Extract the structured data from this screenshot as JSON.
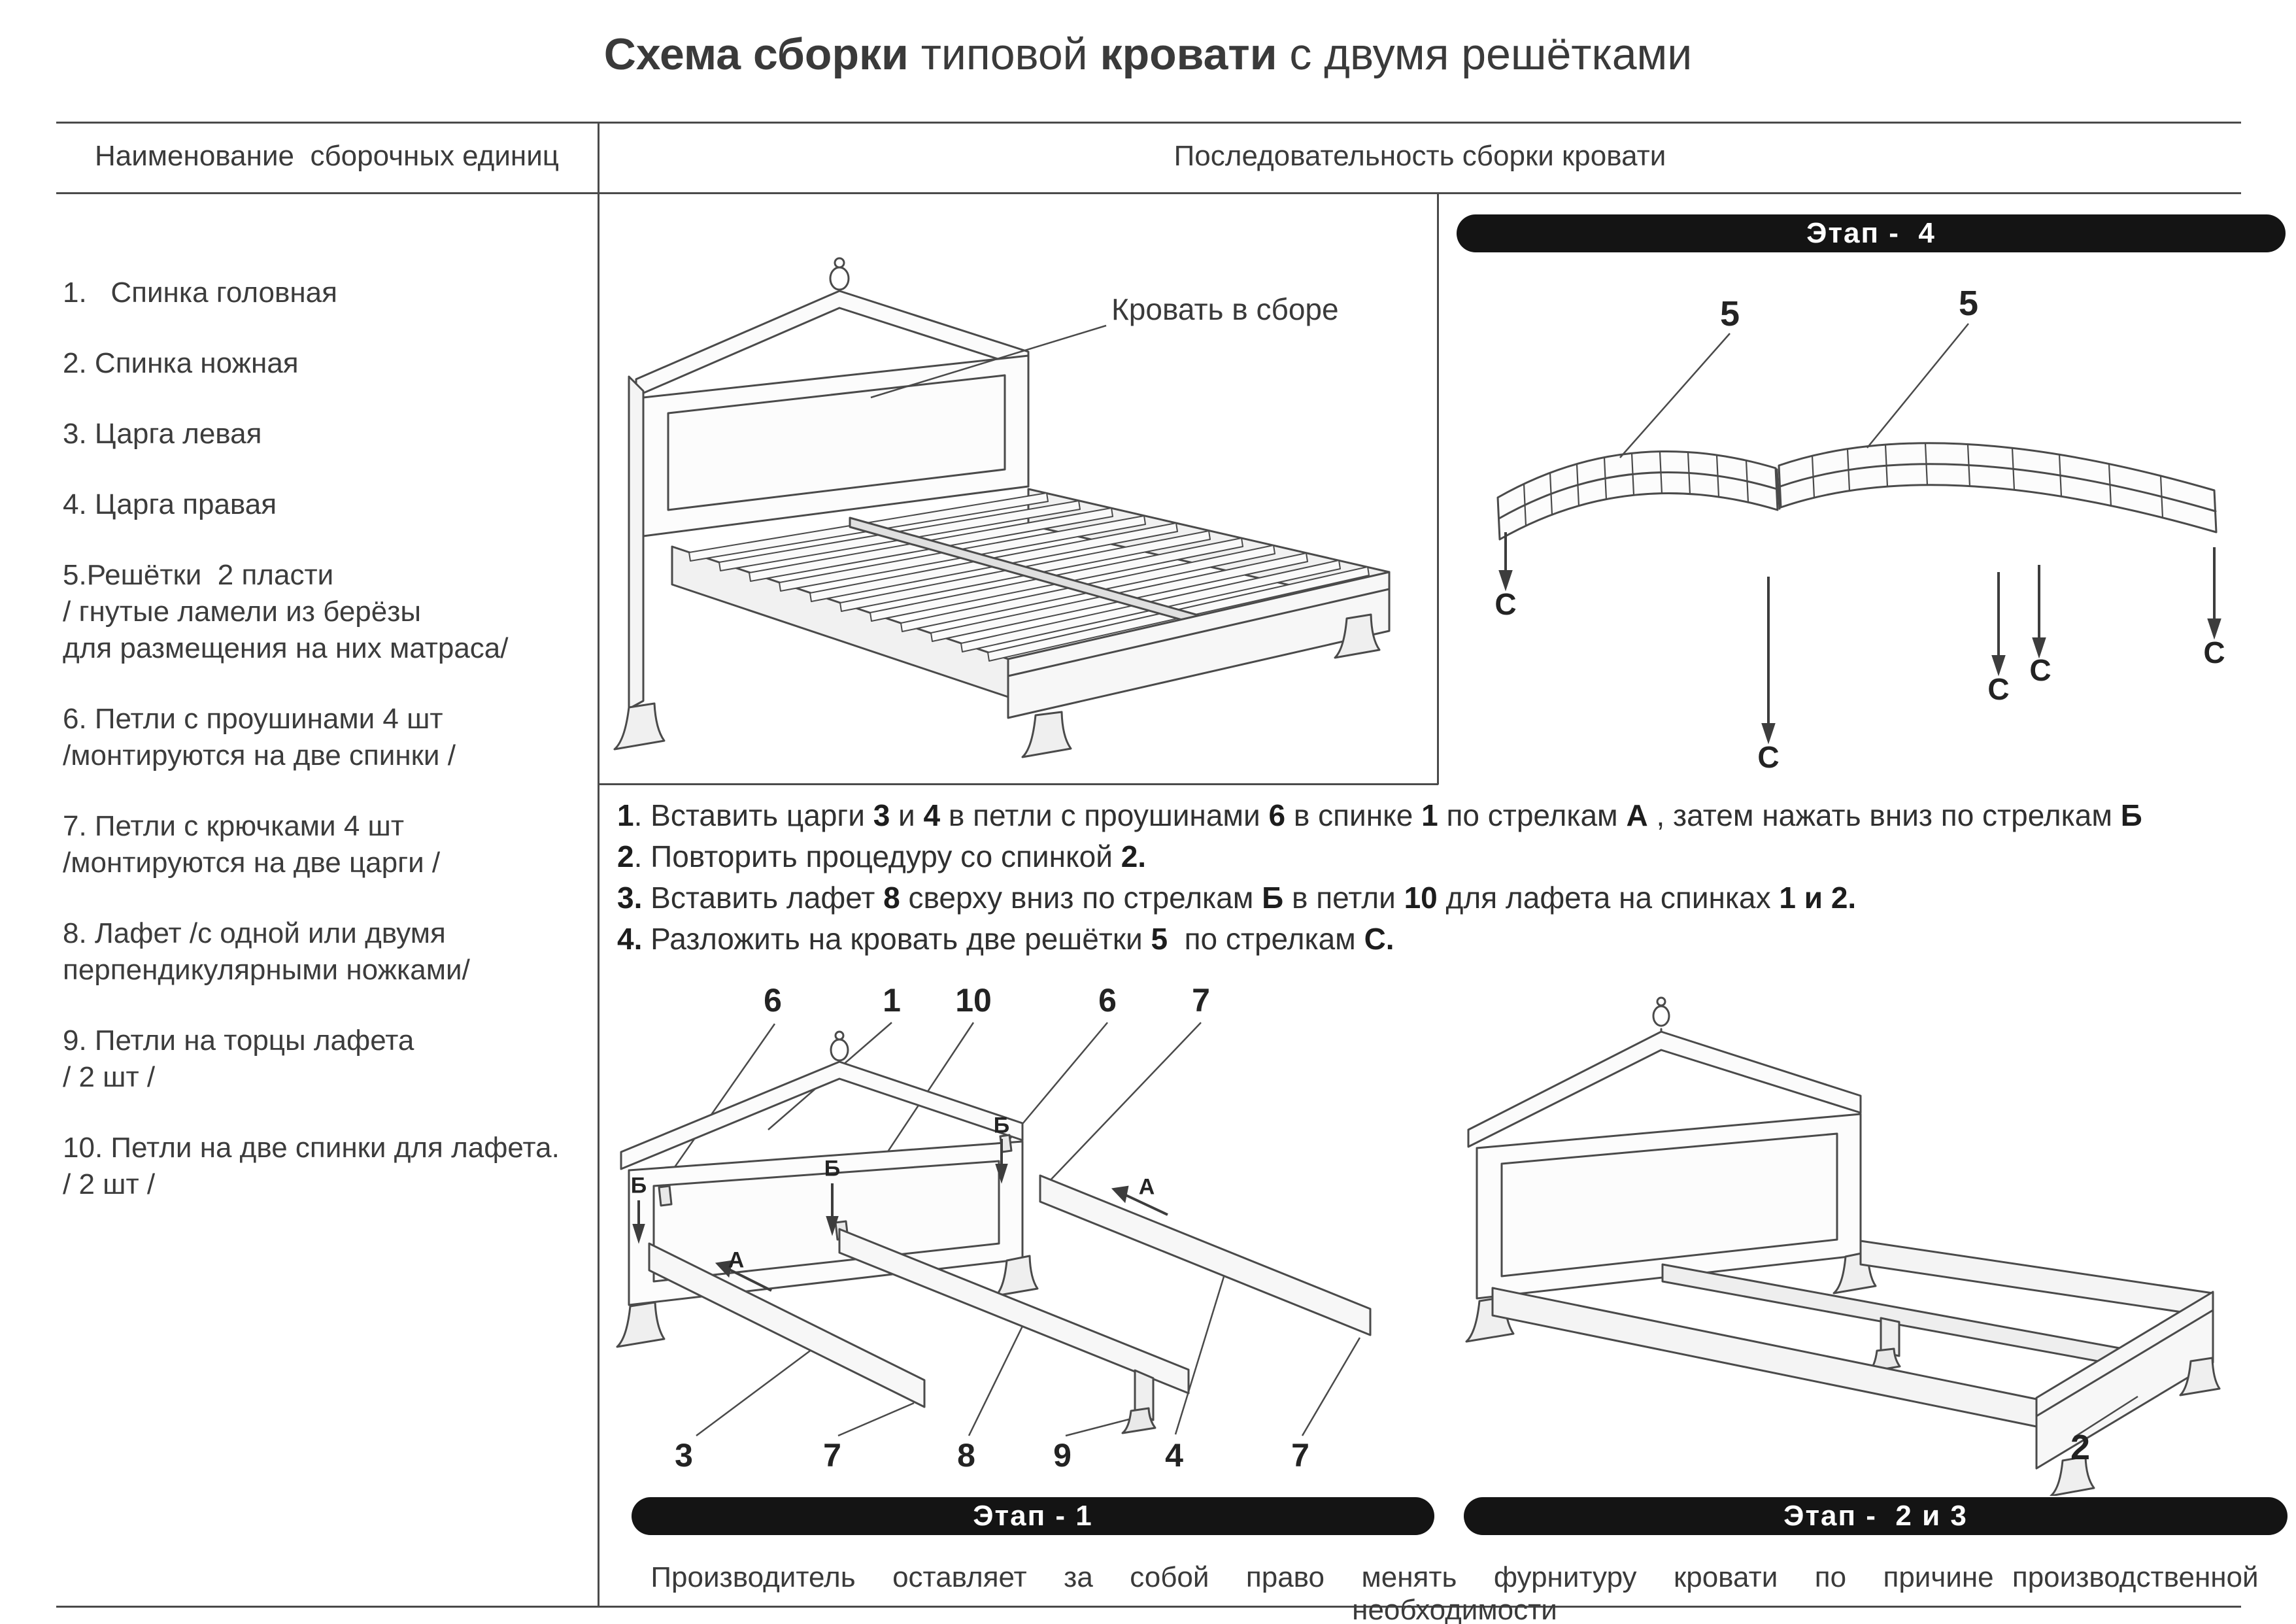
{
  "title": {
    "seg1": "Схема сборки",
    "seg2": " типовой ",
    "seg3": "кровати",
    "seg4": " с двумя решётками"
  },
  "columns": {
    "left_header": "Наименование  сборочных единиц",
    "right_header": "Последовательность сборки кровати"
  },
  "parts": [
    {
      "lines": [
        "1.   Спинка головная"
      ]
    },
    {
      "lines": [
        "2. Спинка ножная"
      ]
    },
    {
      "lines": [
        "3. Царга левая"
      ]
    },
    {
      "lines": [
        "4. Царга правая"
      ]
    },
    {
      "lines": [
        "5.Решётки  2 пласти",
        "/ гнутые ламели из берёзы",
        "для размещения на них матраса/"
      ]
    },
    {
      "lines": [
        "6. Петли с проушинами 4 шт",
        "/монтируются на две спинки /"
      ]
    },
    {
      "lines": [
        "7. Петли с крючками 4 шт",
        "/монтируются на две царги /"
      ]
    },
    {
      "lines": [
        "8. Лафет /с одной или двумя",
        "перпендикулярными ножками/"
      ]
    },
    {
      "lines": [
        "9. Петли на торцы лафета",
        "/ 2 шт /"
      ]
    },
    {
      "lines": [
        "10. Петли на две спинки для лафета.",
        "/ 2 шт /"
      ]
    }
  ],
  "assembled": {
    "caption": "Кровать в сборе"
  },
  "stage4": {
    "banner": "Этап -  4",
    "label_5a": "5",
    "label_5b": "5",
    "c1": "С",
    "c2": "С",
    "c3": "С",
    "c4": "С",
    "c5": "С"
  },
  "instructions": [
    [
      {
        "b": true,
        "t": "1"
      },
      {
        "t": ". Вставить царги "
      },
      {
        "b": true,
        "t": "3"
      },
      {
        "t": " и "
      },
      {
        "b": true,
        "t": "4"
      },
      {
        "t": " в петли с проушинами "
      },
      {
        "b": true,
        "t": "6"
      },
      {
        "t": " в спинке "
      },
      {
        "b": true,
        "t": "1"
      },
      {
        "t": " по стрелкам "
      },
      {
        "b": true,
        "t": "А"
      },
      {
        "t": " , затем нажать вниз по стрелкам "
      },
      {
        "b": true,
        "t": "Б"
      }
    ],
    [
      {
        "b": true,
        "t": "2"
      },
      {
        "t": ". Повторить процедуру со спинкой "
      },
      {
        "b": true,
        "t": "2."
      }
    ],
    [
      {
        "b": true,
        "t": "3."
      },
      {
        "t": " Вставить лафет "
      },
      {
        "b": true,
        "t": "8"
      },
      {
        "t": " сверху вниз по стрелкам "
      },
      {
        "b": true,
        "t": "Б"
      },
      {
        "t": " в петли "
      },
      {
        "b": true,
        "t": "10"
      },
      {
        "t": " для лафета на спинках "
      },
      {
        "b": true,
        "t": "1 и 2."
      }
    ],
    [
      {
        "b": true,
        "t": "4."
      },
      {
        "t": " Разложить на кровать две решётки "
      },
      {
        "b": true,
        "t": "5"
      },
      {
        "t": "  по стрелкам "
      },
      {
        "b": true,
        "t": "С."
      }
    ]
  ],
  "stage1": {
    "banner": "Этап - 1",
    "top": [
      "6",
      "1",
      "10",
      "6",
      "7"
    ],
    "bottom": [
      "3",
      "7",
      "8",
      "9",
      "4",
      "7"
    ],
    "b1": "Б",
    "b2": "Б",
    "b3": "Б",
    "a1": "А",
    "a2": "А"
  },
  "stage23": {
    "banner": "Этап -  2 и 3",
    "label2": "2"
  },
  "footer": "Производитель  оставляет  за  собой  право  менять  фурнитуру  кровати  по  причине производственной необходимости"
}
